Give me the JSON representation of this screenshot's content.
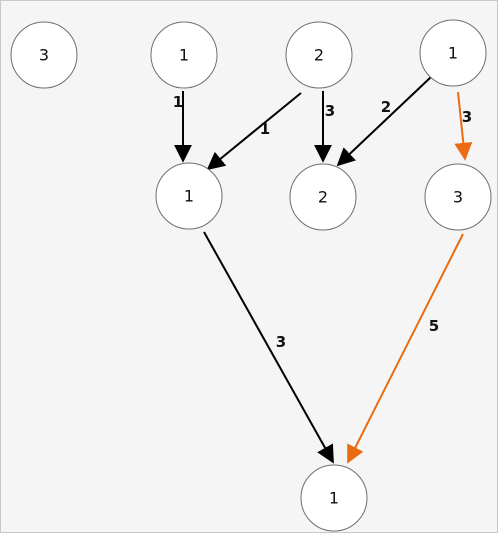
{
  "colors": {
    "default_edge": "#000000",
    "highlight_edge": "#ea6b12"
  },
  "nodes": [
    {
      "id": "n1",
      "value": "3"
    },
    {
      "id": "n2",
      "value": "1"
    },
    {
      "id": "n3",
      "value": "2"
    },
    {
      "id": "n4",
      "value": "1"
    },
    {
      "id": "n5",
      "value": "1"
    },
    {
      "id": "n6",
      "value": "2"
    },
    {
      "id": "n7",
      "value": "3"
    },
    {
      "id": "n8",
      "value": "1"
    }
  ],
  "edges": [
    {
      "from": "n2",
      "to": "n5",
      "weight": "1",
      "highlight": false
    },
    {
      "from": "n3",
      "to": "n5",
      "weight": "1",
      "highlight": false
    },
    {
      "from": "n3",
      "to": "n6",
      "weight": "3",
      "highlight": false
    },
    {
      "from": "n4",
      "to": "n6",
      "weight": "2",
      "highlight": false
    },
    {
      "from": "n4",
      "to": "n7",
      "weight": "3",
      "highlight": true
    },
    {
      "from": "n5",
      "to": "n8",
      "weight": "3",
      "highlight": false
    },
    {
      "from": "n7",
      "to": "n8",
      "weight": "5",
      "highlight": true
    }
  ]
}
